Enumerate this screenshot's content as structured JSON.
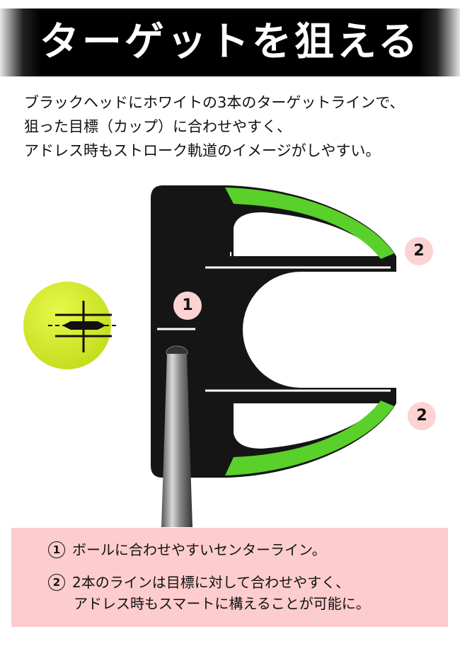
{
  "header": {
    "title": "ターゲットを狙える"
  },
  "intro": {
    "lines": [
      "ブラックヘッドにホワイトの3本のターゲットラインで、",
      "狙った目標（カップ）に合わせやすく、",
      "アドレス時もストローク軌道のイメージがしやすい。"
    ]
  },
  "markers": {
    "center": "1",
    "upper": "2",
    "lower": "2"
  },
  "notes": {
    "items": [
      {
        "num": "1",
        "lines": [
          "ボールに合わせやすいセンターライン。"
        ]
      },
      {
        "num": "2",
        "lines": [
          "2本のラインは目標に対して合わせやすく、",
          "アドレス時もスマートに構えることが可能に。"
        ]
      }
    ]
  },
  "colors": {
    "accent_green": "#5ad02a",
    "ball": "#d6ee2c",
    "badge": "#fcd2d2",
    "notes_bg": "#fdcccc"
  }
}
